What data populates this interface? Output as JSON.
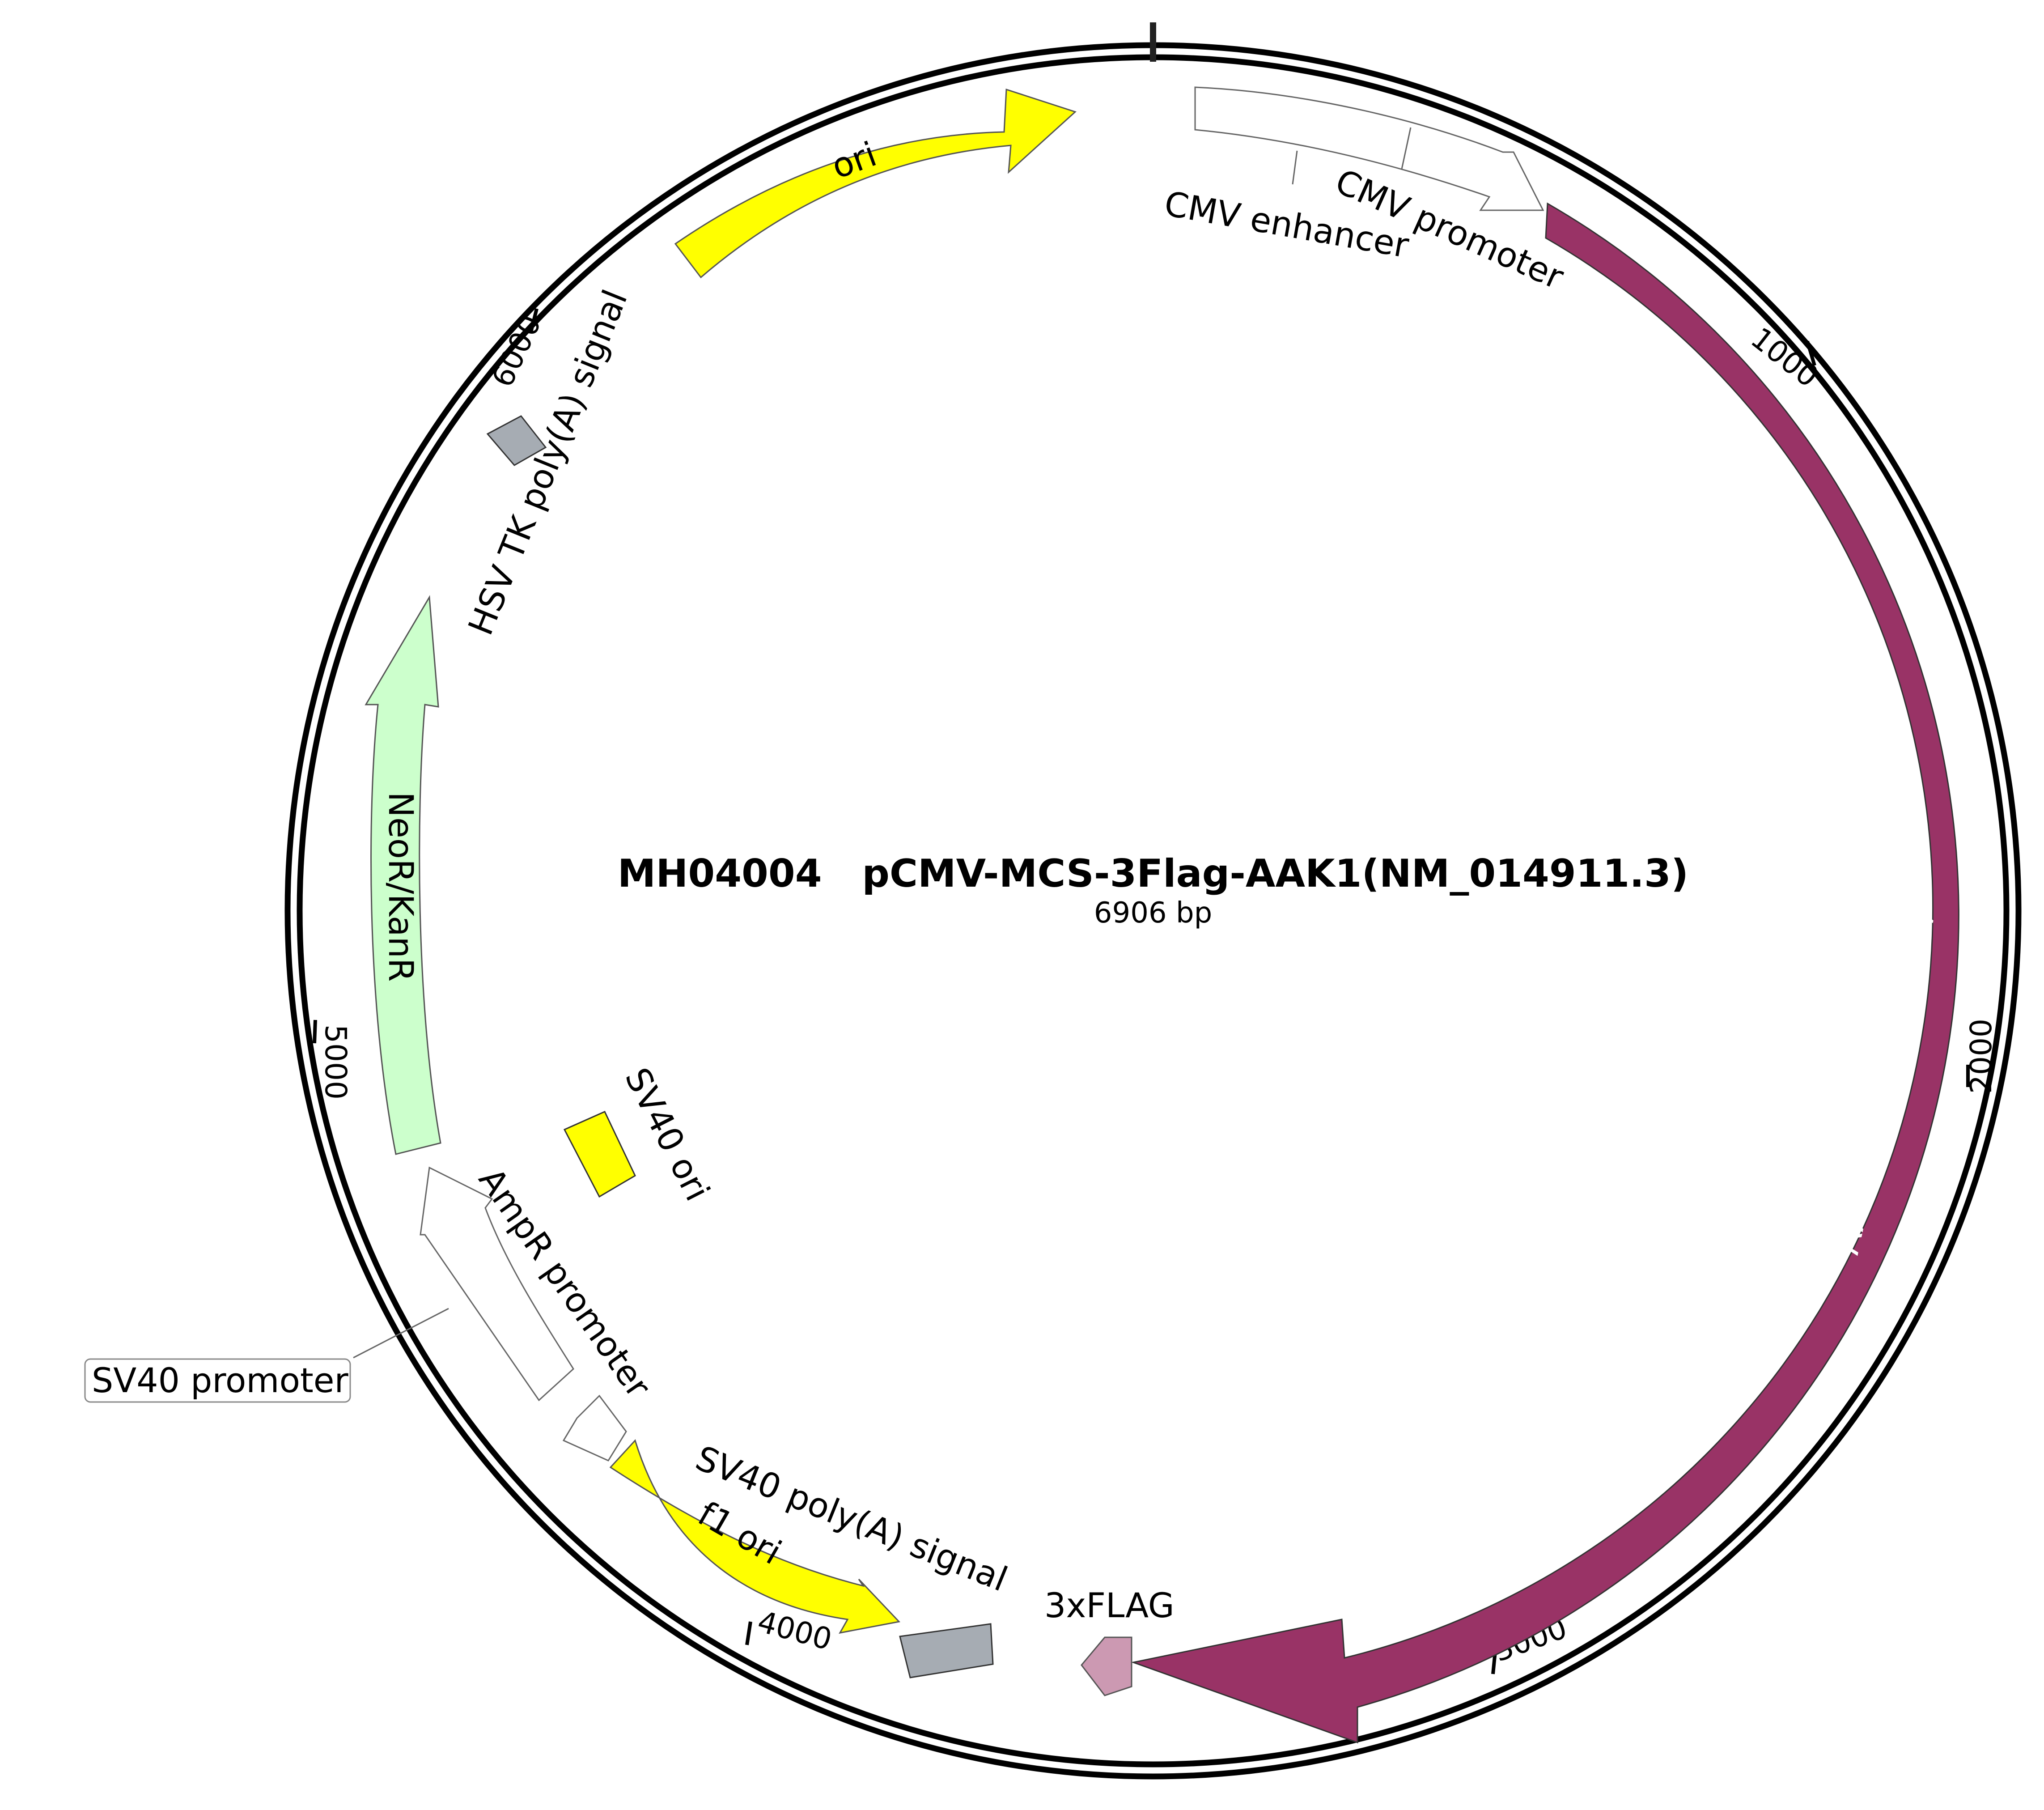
{
  "title": "MH04004   pCMV-MCS-3Flag-AAK1(NM_014911.3)",
  "subtitle": "6906 bp",
  "ticks": [
    "1000",
    "2000",
    "3000",
    "4000",
    "5000",
    "6000"
  ],
  "features": {
    "ori": "ori",
    "cmv_enhancer": "CMV enhancer",
    "cmv_promoter": "CMV promoter",
    "aak1": "AAK1(NM_014911.3)",
    "flag": "3xFLAG",
    "sv40_polya": "SV40 poly(A) signal",
    "f1_ori": "f1 ori",
    "ampr_promoter": "AmpR promoter",
    "sv40_promoter": "SV40 promoter",
    "sv40_ori": "SV40 ori",
    "neor": "NeoR/KanR",
    "hsv_tk": "HSV TK poly(A) signal"
  },
  "colors": {
    "aak1": "#993366",
    "ori": "#ffff00",
    "f1_ori": "#ffff00",
    "sv40_ori": "#ffff00",
    "neor": "#ccffcc",
    "flag": "#cc99b2",
    "polya": "#a6acb3",
    "promoter": "#ffffff",
    "outline": "#000000"
  }
}
